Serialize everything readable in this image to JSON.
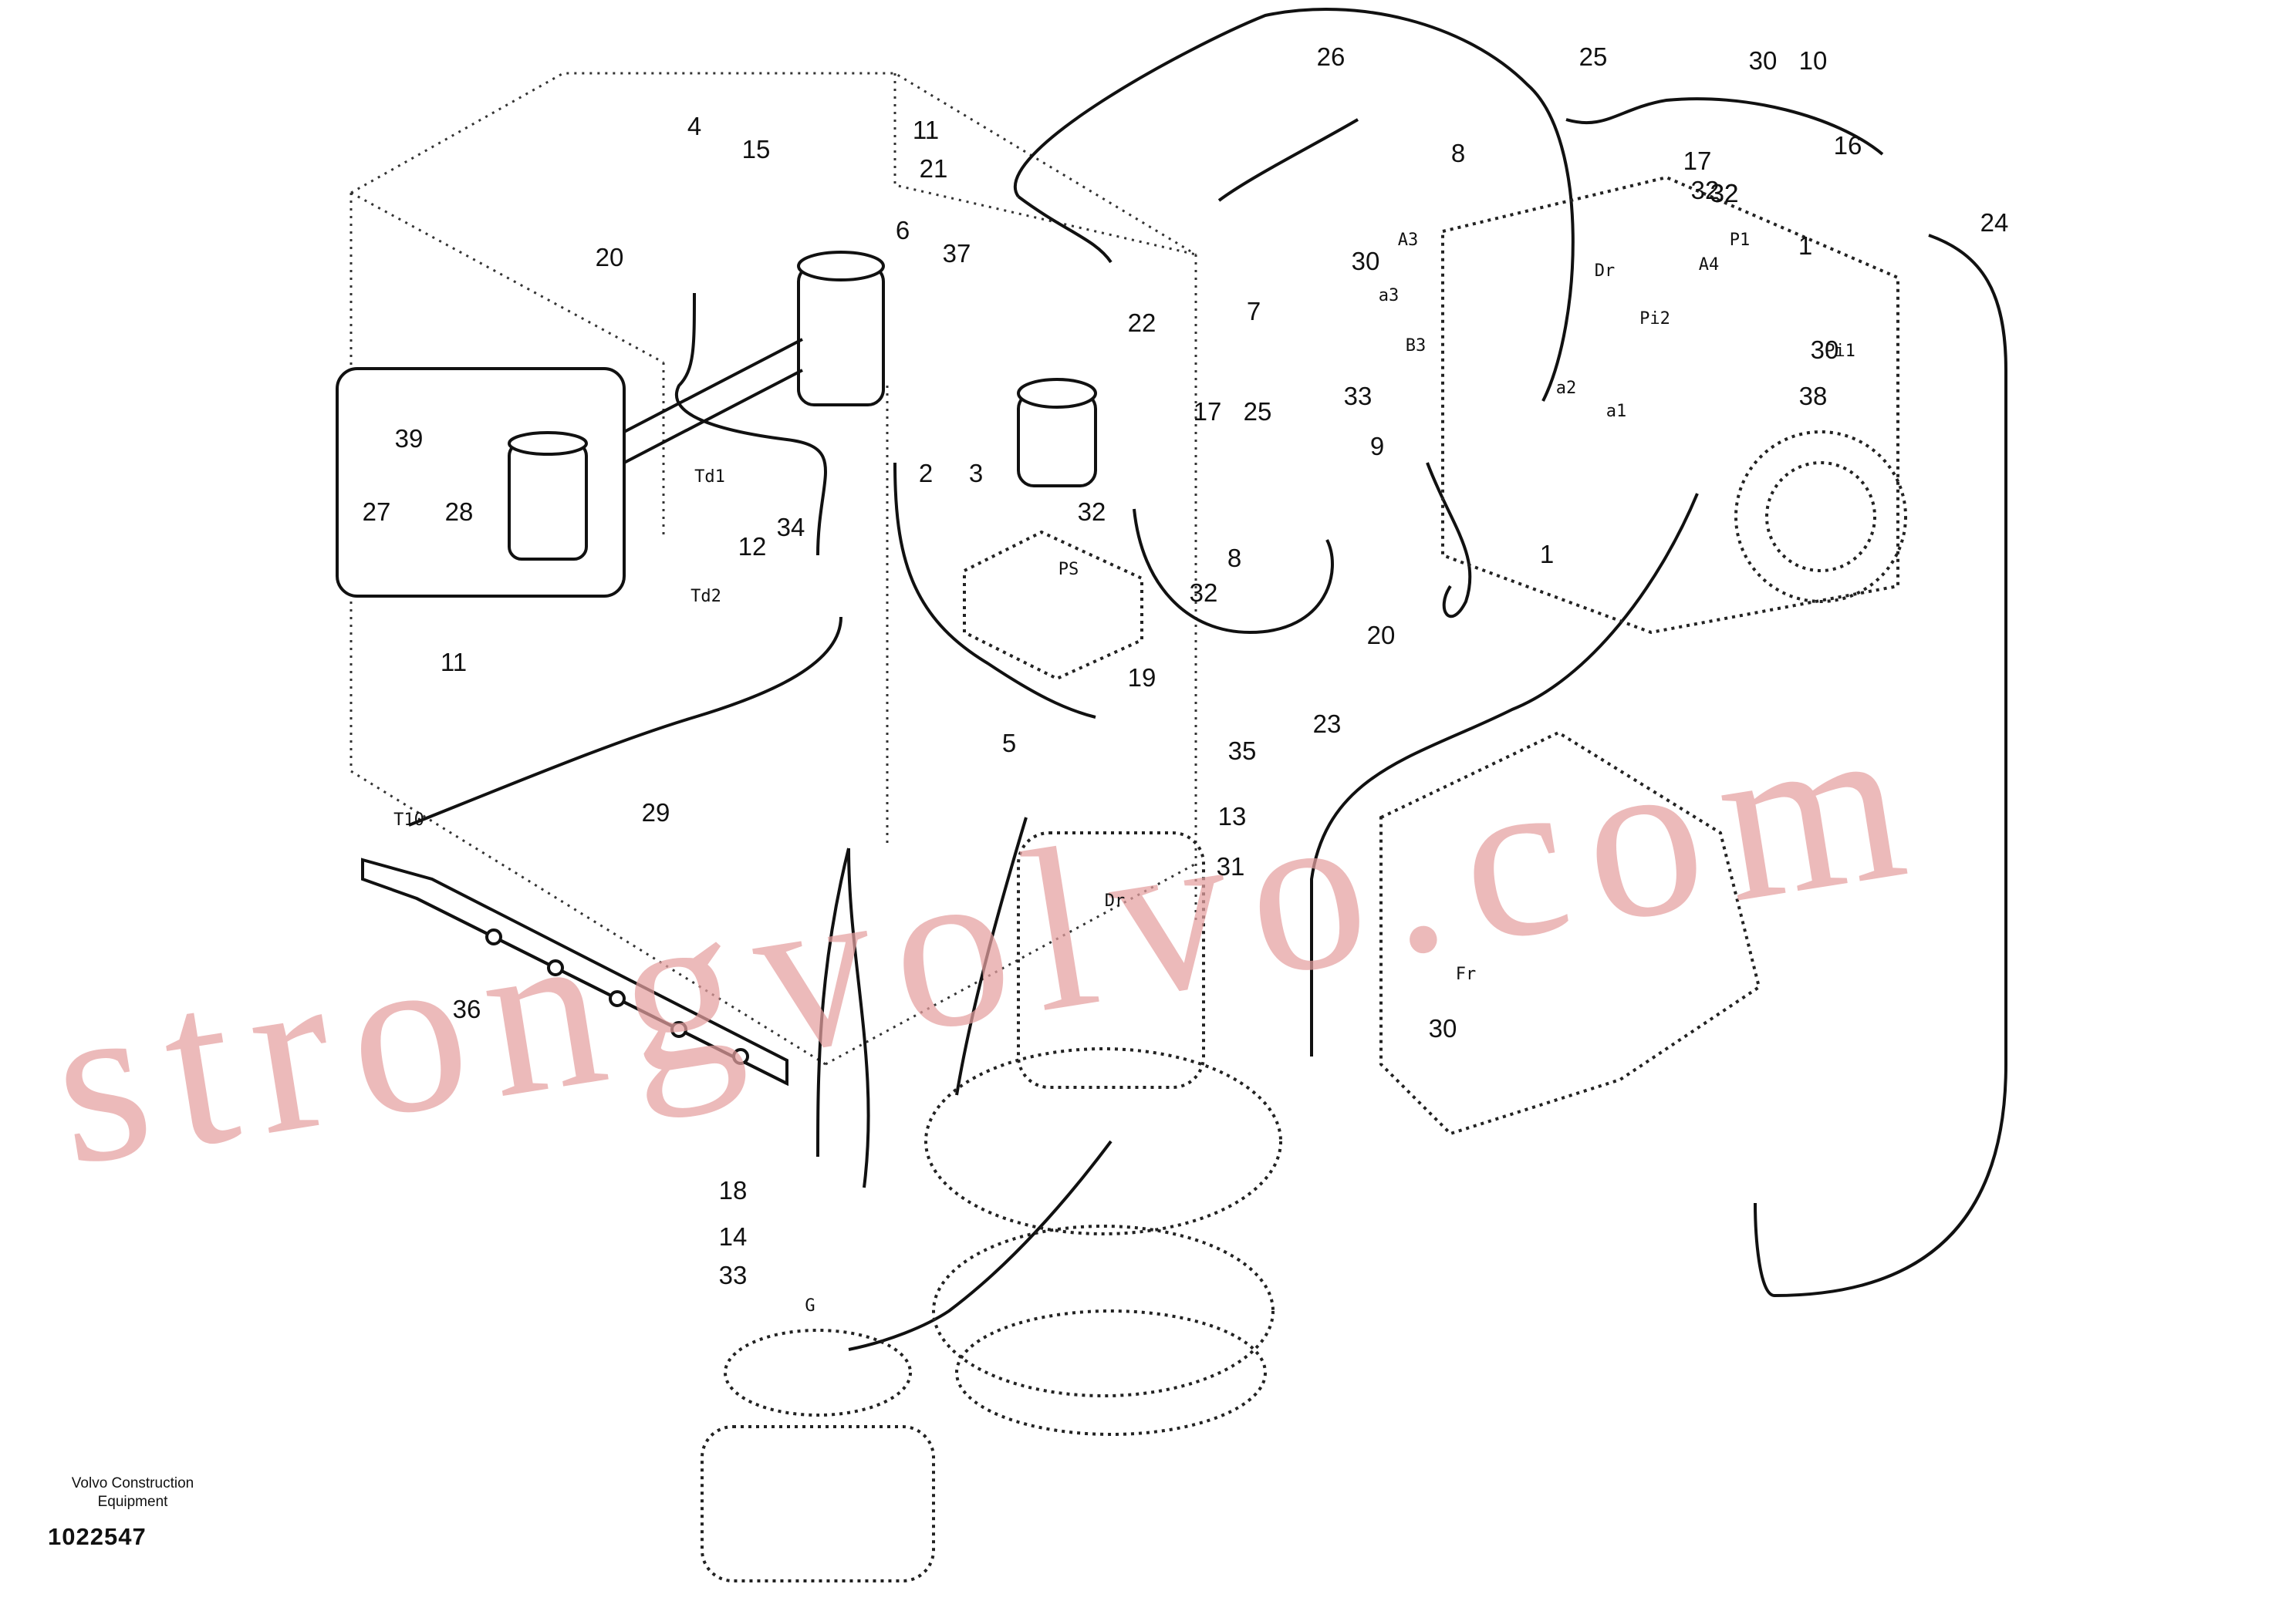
{
  "drawing": {
    "callouts": [
      "26",
      "25",
      "30",
      "10",
      "8",
      "17",
      "32",
      "16",
      "24",
      "4",
      "15",
      "11",
      "21",
      "20",
      "6",
      "37",
      "22",
      "7",
      "30",
      "1",
      "2",
      "3",
      "17",
      "25",
      "39",
      "27",
      "28",
      "34",
      "12",
      "38",
      "9",
      "33",
      "8",
      "32",
      "32",
      "20",
      "19",
      "11",
      "5",
      "35",
      "29",
      "13",
      "31",
      "23",
      "36",
      "18",
      "14",
      "33",
      "30",
      "1",
      "30",
      "32",
      "32",
      "32"
    ],
    "ports": [
      "A3",
      "Dr",
      "P1",
      "A4",
      "Pi2",
      "Pi1",
      "a3",
      "B3",
      "a2",
      "a1",
      "Td1",
      "Td2",
      "PS",
      "T10",
      "Dr",
      "Fr",
      "G"
    ],
    "watermark": "strongvolvo.com",
    "footer_org_line1": "Volvo Construction",
    "footer_org_line2": "Equipment",
    "drawing_number": "1022547"
  }
}
